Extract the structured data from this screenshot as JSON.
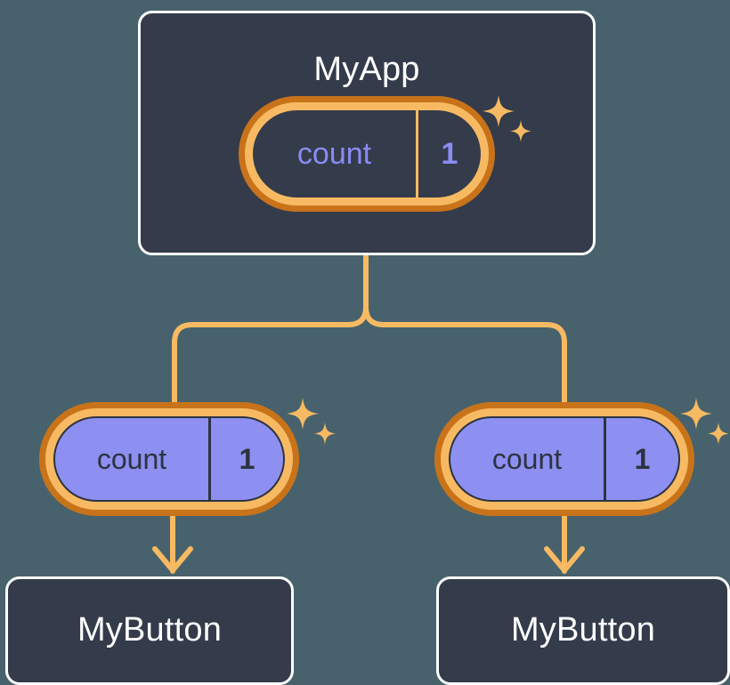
{
  "diagram": {
    "title": "MyApp state propagation tree",
    "background_color": "#47626c",
    "nodes": {
      "root": {
        "label": "MyApp",
        "box_fill": "#343b4a",
        "box_border": "#ffffff",
        "state": {
          "key": "count",
          "value": "1",
          "style": "dark",
          "key_color": "#8a8cf2",
          "value_color": "#8a8cf2",
          "divider_color": "#f7ba63",
          "ring_outer_color": "#c8731a",
          "ring_inner_color": "#f7ba63"
        }
      },
      "left_child": {
        "label": "MyButton",
        "box_fill": "#343b4a",
        "box_border": "#ffffff",
        "state": {
          "key": "count",
          "value": "1",
          "style": "purple",
          "fill_color": "#8d90f0",
          "key_color": "#2c3340",
          "value_color": "#2c3340",
          "divider_color": "#2c3340",
          "ring_outer_color": "#c8731a",
          "ring_inner_color": "#f7ba63"
        }
      },
      "right_child": {
        "label": "MyButton",
        "box_fill": "#343b4a",
        "box_border": "#ffffff",
        "state": {
          "key": "count",
          "value": "1",
          "style": "purple",
          "fill_color": "#8d90f0",
          "key_color": "#2c3340",
          "value_color": "#2c3340",
          "divider_color": "#2c3340",
          "ring_outer_color": "#c8731a",
          "ring_inner_color": "#f7ba63"
        }
      }
    },
    "connectors": {
      "line_color": "#f7ba63",
      "line_width": 6,
      "arrow_color": "#f7ba63",
      "description": "MyApp branches down into two MyButton subtrees; each branch passes through a count state pill and an arrow into the MyButton box."
    },
    "sparkles": {
      "color": "#f7ba63",
      "count_per_group": 2
    }
  }
}
